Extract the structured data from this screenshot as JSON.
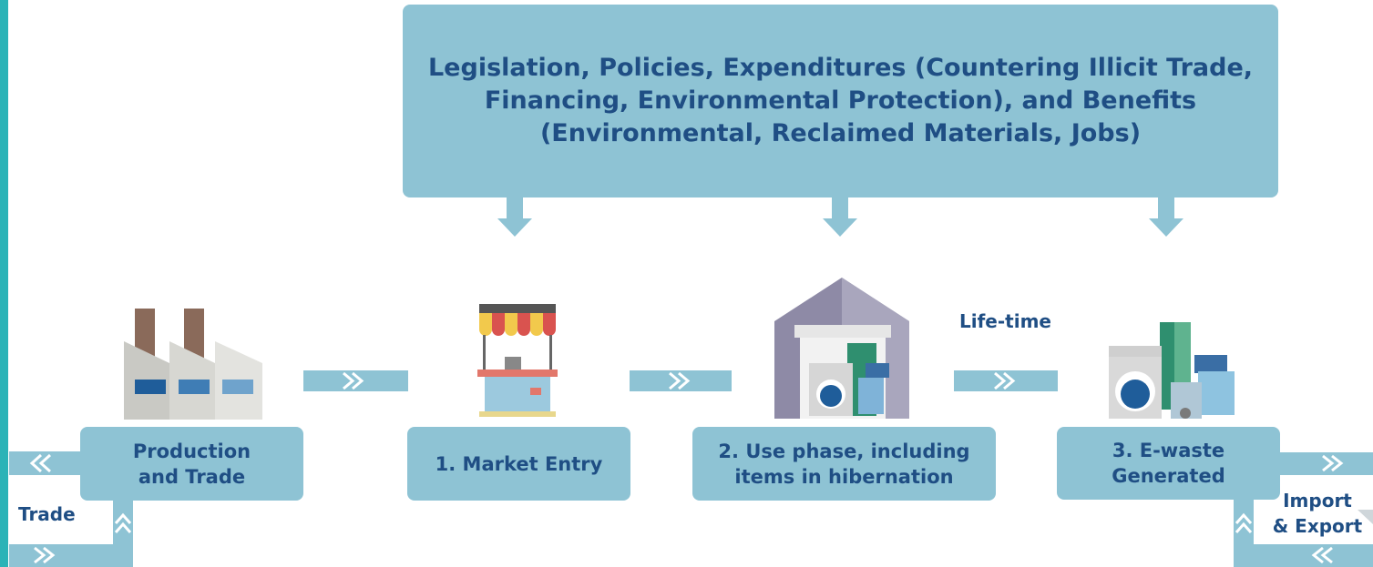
{
  "colors": {
    "box": "#8ec3d4",
    "text": "#1f4e84",
    "edge": "#2bb3b7",
    "chevron": "#ffffff"
  },
  "policy_box": {
    "text": "Legislation, Policies, Expenditures (Countering Illicit Trade,\nFinancing, Environmental Protection), and Benefits\n(Environmental, Reclaimed Materials, Jobs)"
  },
  "stages": [
    {
      "label": "Production\nand Trade",
      "icon": "factory-icon"
    },
    {
      "label": "1. Market Entry",
      "icon": "market-stall-icon"
    },
    {
      "label": "2. Use phase, including\nitems in hibernation",
      "icon": "house-appliances-icon"
    },
    {
      "label": "3. E-waste\nGenerated",
      "icon": "e-waste-appliances-icon"
    }
  ],
  "flow_labels": {
    "lifetime": "Life-time",
    "trade": "Trade",
    "import_export": "Import\n& Export"
  }
}
